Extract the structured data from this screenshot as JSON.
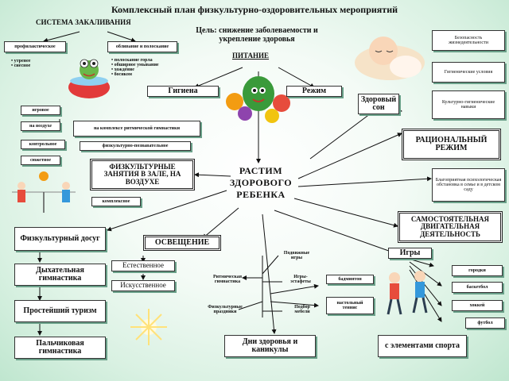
{
  "title": "Комплексный план физкультурно-оздоровительных мероприятий",
  "hardening": {
    "header": "СИСТЕМА ЗАКАЛИВАНИЯ",
    "preventive": "профилактическое",
    "preventive_items": [
      "утренее",
      "сиесное"
    ],
    "rinse": "обливание и полоскание",
    "rinse_items": [
      "полоскание горла",
      "обширное умывание",
      "хождение",
      "босиком"
    ]
  },
  "goal": "Цель: снижение заболеваемости и укрепление здоровья",
  "nutrition": "ПИТАНИЕ",
  "hygiene": "Гигиена",
  "regime": "Режим",
  "healthy_sleep": "Здоровый сон",
  "left_list": [
    "игровое",
    "на воздухе",
    "контрольное",
    "сюжетное"
  ],
  "rhythmic_complex": "на комплексе ритмической гимнастики",
  "fitness_health": "физкультурно-познавательное",
  "pe_classes": "ФИЗКУЛЬТУРНЫЕ ЗАНЯТИЯ В ЗАЛЕ, НА ВОЗДУХЕ",
  "complex": "комплексное",
  "center": "РАСТИМ ЗДОРОВОГО РЕБЕНКА",
  "right_top": [
    "Безопасность жизнедеятельности",
    "Гигиенические условия",
    "Культурно-гигиенические навыки"
  ],
  "rational_regime": "РАЦИОНАЛЬНЫЙ РЕЖИМ",
  "favorable": "Благоприятная психологическая обстановка в семье и в детском саду",
  "independent": "САМОСТОЯТЕЛЬНАЯ ДВИГАТЕЛЬНАЯ ДЕЯТЕЛЬНОСТЬ",
  "left_bottom": [
    "Физкультурный досуг",
    "Дыхательная гимнастика",
    "Простейший туризм",
    "Пальчиковая гимнастика"
  ],
  "lighting": "ОСВЕЩЕНИЕ",
  "natural": "Естественное",
  "artificial": "Искусственное",
  "mid_labels": {
    "mobile_games": "Подвижные игры",
    "rhythmic_gym": "Ритмическая гимнастика",
    "relay_games": "Игры-эстафеты",
    "sport_holidays": "Физкультурные праздники",
    "furniture": "Подбор мебели"
  },
  "health_days": "Дни здоровья и каникулы",
  "games": "Игры",
  "badminton": "бадминтон",
  "table_tennis": "настольный теннис",
  "sport_games": [
    "городки",
    "баскетбол",
    "хоккей",
    "футбол"
  ],
  "sport_elements": "с элементами спорта",
  "colors": {
    "arrow": "#111111",
    "bg_edge": "#bfe6cf"
  }
}
